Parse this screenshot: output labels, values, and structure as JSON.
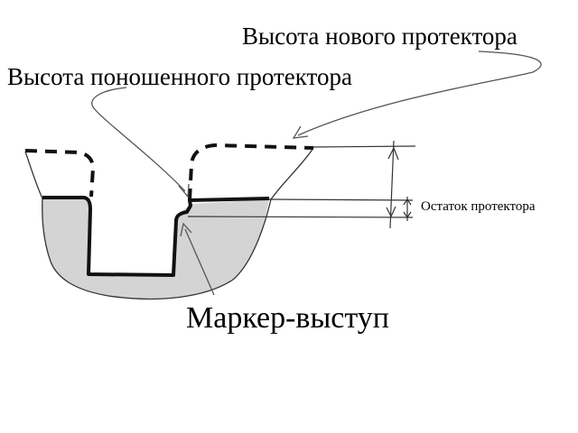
{
  "labels": {
    "new_tread_height": "Высота нового протектора",
    "worn_tread_height": "Высота поношенного протектора",
    "tread_remainder": "Остаток протектора",
    "marker_bump": "Маркер-выступ"
  },
  "colors": {
    "rubber_fill": "#d4d4d4",
    "outline": "#111111",
    "thin_line": "#333333",
    "arrow_line": "#555555",
    "background": "#ffffff"
  }
}
